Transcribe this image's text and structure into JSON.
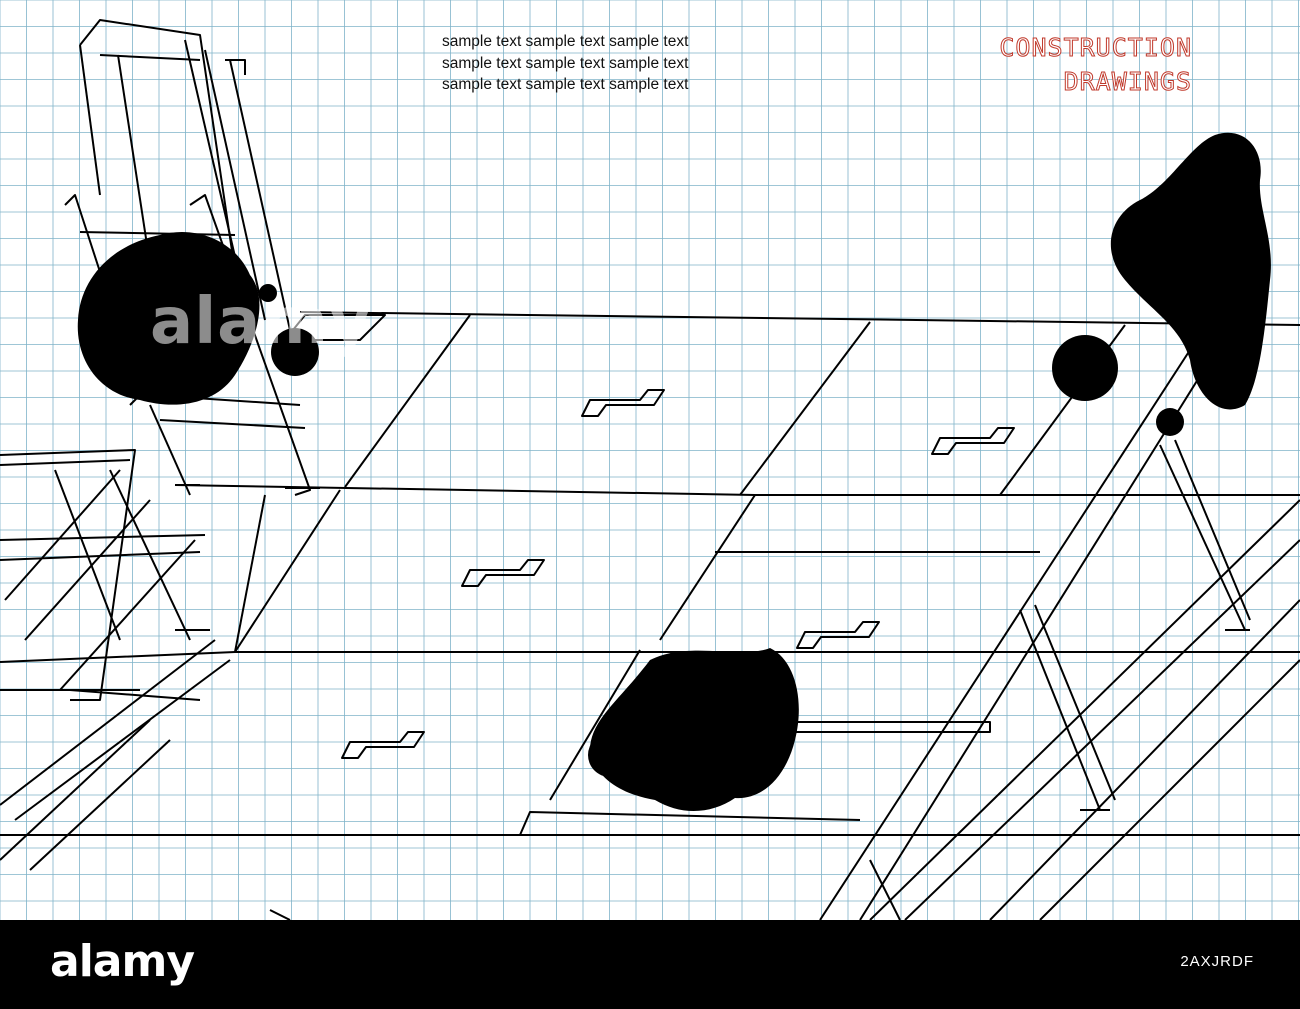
{
  "sample_text": {
    "lines": [
      "sample text sample text sample text",
      "sample text sample text sample text",
      "sample text sample text sample text"
    ]
  },
  "title": {
    "line1": "CONSTRUCTION",
    "line2": "DRAWINGS"
  },
  "watermark": "alamy",
  "footer": {
    "brand": "alamy",
    "image_code": "2AXJRDF"
  },
  "colors": {
    "grid": "#7fb3c9",
    "ink": "#000000",
    "title_outline": "#c0392b",
    "footer_bg": "#000000"
  }
}
